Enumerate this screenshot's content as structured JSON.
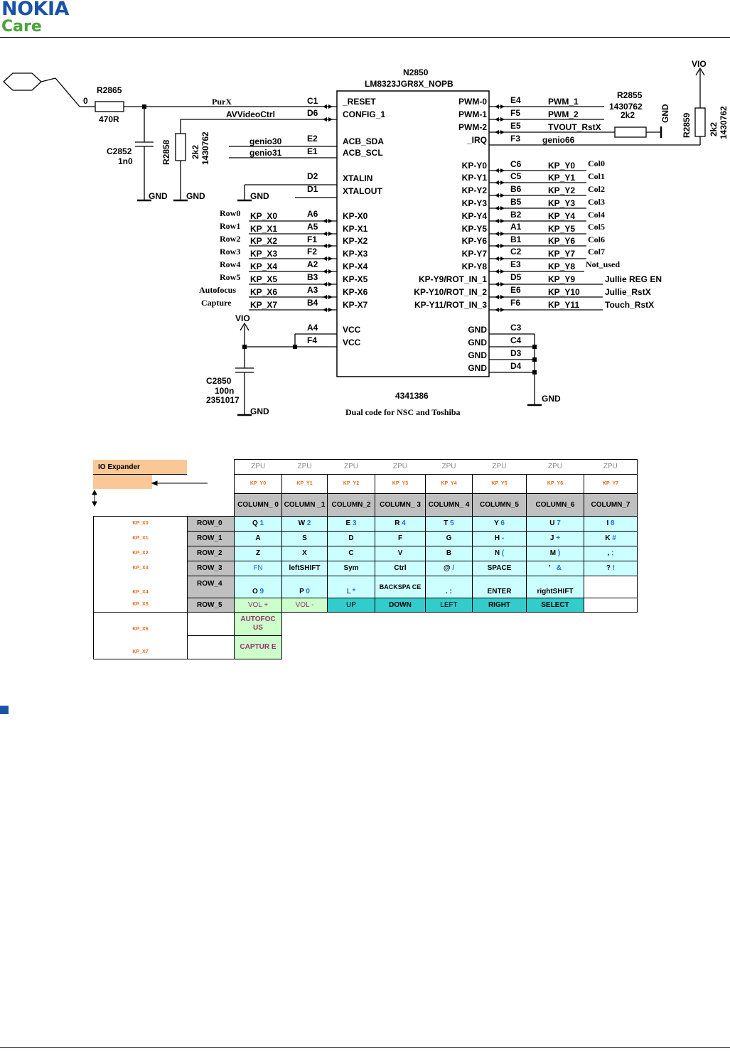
{
  "brand": {
    "name": "NOKIA",
    "sub": "Care"
  },
  "schematic": {
    "chip_ref": "N2850",
    "chip_part": "LM8323JGR8X_NOPB",
    "chip_code": "4341386",
    "chip_note": "Dual code for NSC and Toshiba",
    "left_pins": [
      {
        "ball": "C1",
        "name": "_RESET",
        "net": "PurX"
      },
      {
        "ball": "D6",
        "name": "CONFIG_1",
        "net": "AVVideoCtrl"
      },
      {
        "ball": "E2",
        "name": "ACB_SDA",
        "net": "genio30"
      },
      {
        "ball": "E1",
        "name": "ACB_SCL",
        "net": "genio31"
      },
      {
        "ball": "D2",
        "name": "XTALIN",
        "net": ""
      },
      {
        "ball": "D1",
        "name": "XTALOUT",
        "net": ""
      },
      {
        "ball": "A6",
        "name": "KP-X0",
        "net": "KP_X0",
        "label": "Row0"
      },
      {
        "ball": "A5",
        "name": "KP-X1",
        "net": "KP_X1",
        "label": "Row1"
      },
      {
        "ball": "F1",
        "name": "KP-X2",
        "net": "KP_X2",
        "label": "Row2"
      },
      {
        "ball": "F2",
        "name": "KP-X3",
        "net": "KP_X3",
        "label": "Row3"
      },
      {
        "ball": "A2",
        "name": "KP-X4",
        "net": "KP_X4",
        "label": "Row4"
      },
      {
        "ball": "B3",
        "name": "KP-X5",
        "net": "KP_X5",
        "label": "Row5"
      },
      {
        "ball": "A3",
        "name": "KP-X6",
        "net": "KP_X6",
        "label": "Autofocus"
      },
      {
        "ball": "B4",
        "name": "KP-X7",
        "net": "KP_X7",
        "label": "Capture"
      },
      {
        "ball": "A4",
        "name": "VCC",
        "net": ""
      },
      {
        "ball": "F4",
        "name": "VCC",
        "net": ""
      }
    ],
    "right_pins": [
      {
        "ball": "E4",
        "name": "PWM-0",
        "net": "PWM_1",
        "label": ""
      },
      {
        "ball": "F5",
        "name": "PWM-1",
        "net": "PWM_2",
        "label": ""
      },
      {
        "ball": "E5",
        "name": "PWM-2",
        "net": "TVOUT_RstX",
        "label": ""
      },
      {
        "ball": "F3",
        "name": "_IRQ",
        "net": "genio66",
        "label": ""
      },
      {
        "ball": "C6",
        "name": "KP-Y0",
        "net": "KP_Y0",
        "label": "Col0"
      },
      {
        "ball": "C5",
        "name": "KP-Y1",
        "net": "KP_Y1",
        "label": "Col1"
      },
      {
        "ball": "B6",
        "name": "KP-Y2",
        "net": "KP_Y2",
        "label": "Col2"
      },
      {
        "ball": "B5",
        "name": "KP-Y3",
        "net": "KP_Y3",
        "label": "Col3"
      },
      {
        "ball": "B2",
        "name": "KP-Y4",
        "net": "KP_Y4",
        "label": "Col4"
      },
      {
        "ball": "A1",
        "name": "KP-Y5",
        "net": "KP_Y5",
        "label": "Col5"
      },
      {
        "ball": "B1",
        "name": "KP-Y6",
        "net": "KP_Y6",
        "label": "Col6"
      },
      {
        "ball": "C2",
        "name": "KP-Y7",
        "net": "KP_Y7",
        "label": "Col7"
      },
      {
        "ball": "E3",
        "name": "KP-Y8",
        "net": "KP_Y8",
        "label": "Not_used"
      },
      {
        "ball": "D5",
        "name": "KP-Y9/ROT_IN_1",
        "net": "KP_Y9",
        "label": "Jullie REG EN"
      },
      {
        "ball": "E6",
        "name": "KP-Y10/ROT_IN_2",
        "net": "KP_Y10",
        "label": "Jullie_RstX"
      },
      {
        "ball": "F6",
        "name": "KP-Y11/ROT_IN_3",
        "net": "KP_Y11",
        "label": "Touch_RstX"
      },
      {
        "ball": "C3",
        "name": "GND",
        "net": "",
        "label": ""
      },
      {
        "ball": "C4",
        "name": "GND",
        "net": "",
        "label": ""
      },
      {
        "ball": "D3",
        "name": "GND",
        "net": "",
        "label": ""
      },
      {
        "ball": "D4",
        "name": "GND",
        "net": "",
        "label": ""
      }
    ],
    "components": {
      "r2865": {
        "ref": "R2865",
        "val": "470R",
        "node": "0"
      },
      "c2852": {
        "ref": "C2852",
        "val": "1n0"
      },
      "r2858": {
        "ref": "R2858",
        "val": "2k2",
        "code": "1430762"
      },
      "r2855": {
        "ref": "R2855",
        "code": "1430762",
        "val": "2k2"
      },
      "r2859": {
        "ref": "R2859",
        "val": "2k2",
        "code": "1430762"
      },
      "c2850": {
        "ref": "C2850",
        "val": "100n",
        "code": "2351017"
      }
    },
    "gnd": "GND",
    "vio": "VIO"
  },
  "keyboard": {
    "io_label": "IO Expander",
    "zpu": [
      "ZPU",
      "ZPU",
      "ZPU",
      "ZPU",
      "ZPU",
      "ZPU",
      "ZPU",
      "ZPU"
    ],
    "kp_y": [
      "KP_Y0",
      "KP_Y1",
      "KP_Y2",
      "KP_Y3",
      "KP_Y4",
      "KP_Y5",
      "KP_Y6",
      "KP_Y7"
    ],
    "columns": [
      "COLUMN_ 0",
      "COLUMN _1",
      "COLUMN_2",
      "COLUMN_ 3",
      "COLUMN_ 4",
      "COLUMN_5",
      "COLUMN_6",
      "COLUMN_7"
    ],
    "kp_x": [
      "KP_X0",
      "KP_X1",
      "KP_X2",
      "KP_X3",
      "KP_X4",
      "KP_X5",
      "KP_X6",
      "KP_X7"
    ],
    "rows": [
      "ROW_0",
      "ROW_1",
      "ROW_2",
      "ROW_3",
      "ROW_4",
      "ROW_5"
    ],
    "keys": {
      "r0": [
        [
          "Q",
          "1"
        ],
        [
          "W",
          "2"
        ],
        [
          "E",
          "3"
        ],
        [
          "R",
          "4"
        ],
        [
          "T",
          "5"
        ],
        [
          "Y",
          "6"
        ],
        [
          "U",
          "7"
        ],
        [
          "I",
          "8"
        ]
      ],
      "r1": [
        [
          "A",
          ""
        ],
        [
          "S",
          ""
        ],
        [
          "D",
          ""
        ],
        [
          "F",
          ""
        ],
        [
          "G",
          ""
        ],
        [
          "H",
          "-"
        ],
        [
          "J",
          "+"
        ],
        [
          "K",
          "#"
        ]
      ],
      "r2": [
        [
          "Z",
          ""
        ],
        [
          "X",
          ""
        ],
        [
          "C",
          ""
        ],
        [
          "V",
          ""
        ],
        [
          "B",
          ""
        ],
        [
          "N",
          "("
        ],
        [
          "M",
          ")"
        ],
        [
          ",",
          ";"
        ]
      ],
      "r3": [
        [
          "",
          "FN"
        ],
        [
          "leftSHIFT",
          ""
        ],
        [
          "Sym",
          ""
        ],
        [
          "Ctrl",
          ""
        ],
        [
          "@",
          "/"
        ],
        [
          "SPACE",
          ""
        ],
        [
          "'",
          "&"
        ],
        [
          "?",
          "!"
        ]
      ],
      "r4": [
        [
          "O",
          "9"
        ],
        [
          "P",
          "0"
        ],
        [
          "L",
          "*"
        ],
        [
          "BACKSPA CE",
          ""
        ],
        [
          ". :",
          ""
        ],
        [
          "ENTER",
          ""
        ],
        [
          "rightSHIFT",
          ""
        ],
        [
          "",
          ""
        ]
      ],
      "r5": [
        "VOL +",
        "VOL -",
        "UP",
        "DOWN",
        "LEFT",
        "RIGHT",
        "SELECT",
        ""
      ],
      "r6": "AUTOFOC US",
      "r7": "CAPTUR E"
    }
  }
}
